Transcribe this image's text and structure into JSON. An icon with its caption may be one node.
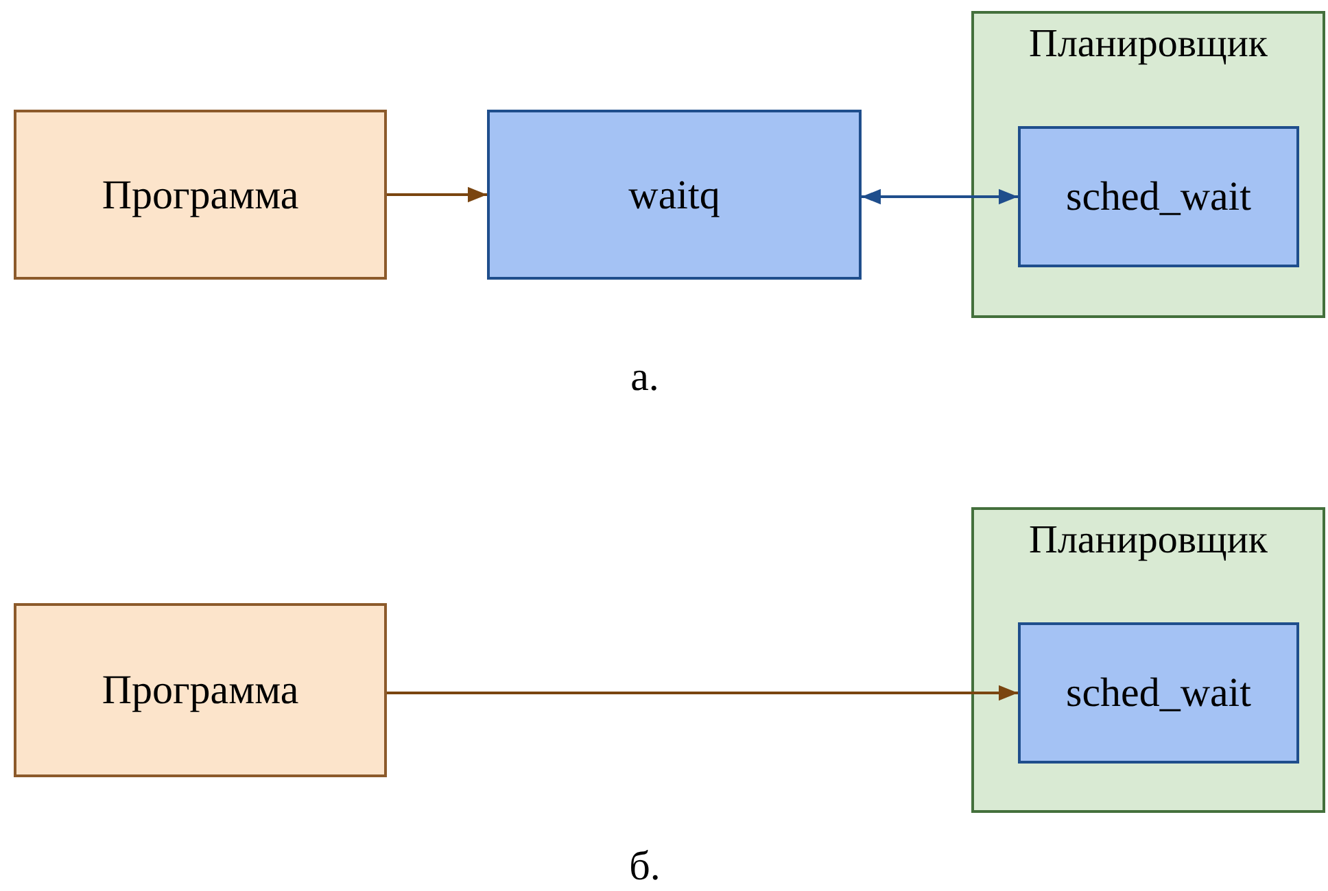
{
  "diagram": {
    "nodes": [
      {
        "text": [
          "Программа"
        ]
      },
      {
        "text": [
          "waitq"
        ]
      },
      {
        "text": [
          "Планировщик"
        ]
      },
      {
        "text": [
          "sched_wait"
        ],
        "in": 2
      },
      {
        "text": [
          "Программа"
        ]
      },
      {
        "text": [
          "Планировщик"
        ]
      },
      {
        "text": [
          "sched_wait"
        ],
        "in": 5
      }
    ],
    "edges": [
      {
        "from": 0,
        "to": 1,
        "arrow": "to"
      },
      {
        "from": 1,
        "to": 3,
        "arrow": "both",
        "color": "#1f4e8c"
      },
      {
        "from": 4,
        "to": 6,
        "arrow": "to"
      }
    ],
    "labels": [
      "а.",
      "б."
    ]
  }
}
